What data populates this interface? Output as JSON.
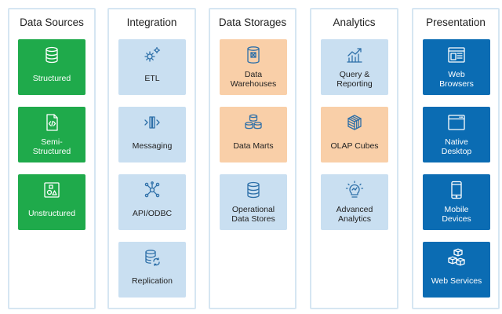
{
  "columns": {
    "data_sources": {
      "title": "Data Sources",
      "tiles": [
        {
          "label": "Structured",
          "icon": "database-icon"
        },
        {
          "label": "Semi-\nStructured",
          "icon": "code-file-icon"
        },
        {
          "label": "Unstructured",
          "icon": "shapes-icon"
        }
      ]
    },
    "integration": {
      "title": "Integration",
      "tiles": [
        {
          "label": "ETL",
          "icon": "gears-icon"
        },
        {
          "label": "Messaging",
          "icon": "messaging-icon"
        },
        {
          "label": "API/ODBC",
          "icon": "network-icon"
        },
        {
          "label": "Replication",
          "icon": "database-sync-icon"
        }
      ]
    },
    "data_storages": {
      "title": "Data Storages",
      "tiles": [
        {
          "label": "Data\nWarehouses",
          "icon": "warehouse-icon"
        },
        {
          "label": "Data Marts",
          "icon": "databases-icon"
        },
        {
          "label": "Operational\nData Stores",
          "icon": "database-icon"
        }
      ]
    },
    "analytics": {
      "title": "Analytics",
      "tiles": [
        {
          "label": "Query &\nReporting",
          "icon": "chart-icon"
        },
        {
          "label": "OLAP Cubes",
          "icon": "cube-icon"
        },
        {
          "label": "Advanced\nAnalytics",
          "icon": "lightbulb-chart-icon"
        }
      ]
    },
    "presentation": {
      "title": "Presentation",
      "tiles": [
        {
          "label": "Web\nBrowsers",
          "icon": "browser-icon"
        },
        {
          "label": "Native\nDesktop",
          "icon": "window-icon"
        },
        {
          "label": "Mobile\nDevices",
          "icon": "mobile-icon"
        },
        {
          "label": "Web Services",
          "icon": "boxes-icon"
        }
      ]
    }
  },
  "colors": {
    "column_border": "#d6e6f2",
    "source_tile": "#1faa4b",
    "integration_tile": "#c9dff1",
    "storage_tile_highlight": "#f9cfa8",
    "presentation_tile": "#0b6cb3",
    "icon_stroke": "#2d6fa8"
  }
}
